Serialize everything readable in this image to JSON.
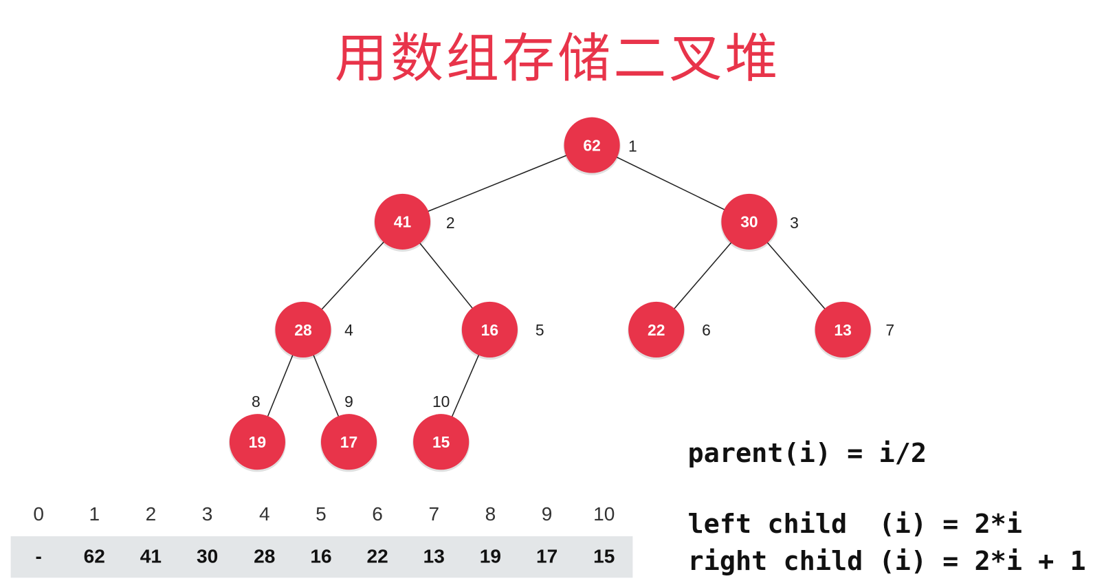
{
  "title": "用数组存储二叉堆",
  "colors": {
    "accent": "#e8344a",
    "array_bg": "#e3e6e8"
  },
  "heap": {
    "nodes": [
      {
        "index": "1",
        "value": "62"
      },
      {
        "index": "2",
        "value": "41"
      },
      {
        "index": "3",
        "value": "30"
      },
      {
        "index": "4",
        "value": "28"
      },
      {
        "index": "5",
        "value": "16"
      },
      {
        "index": "6",
        "value": "22"
      },
      {
        "index": "7",
        "value": "13"
      },
      {
        "index": "8",
        "value": "19"
      },
      {
        "index": "9",
        "value": "17"
      },
      {
        "index": "10",
        "value": "15"
      }
    ]
  },
  "array": {
    "indices": [
      "0",
      "1",
      "2",
      "3",
      "4",
      "5",
      "6",
      "7",
      "8",
      "9",
      "10"
    ],
    "values": [
      "-",
      "62",
      "41",
      "30",
      "28",
      "16",
      "22",
      "13",
      "19",
      "17",
      "15"
    ]
  },
  "formulas": {
    "parent": "parent(i) = i/2",
    "left": "left child  (i) = 2*i",
    "right": "right child (i) = 2*i + 1"
  }
}
